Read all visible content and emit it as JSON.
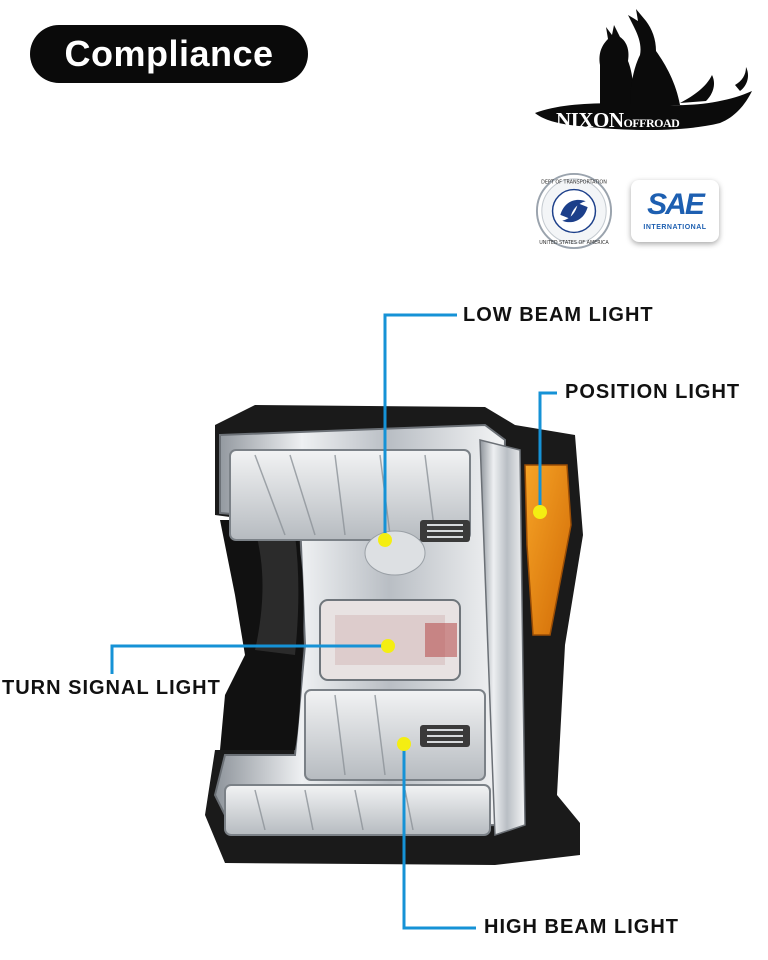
{
  "header": {
    "badge_label": "Compliance"
  },
  "brand": {
    "logo_text_main": "NIXON",
    "logo_text_sub": "OFFROAD",
    "logo_icon": "wolves-howling-icon"
  },
  "certifications": [
    {
      "name": "dot-seal",
      "ring_text": "DEPARTMENT OF TRANSPORTATION · UNITED STATES OF AMERICA"
    },
    {
      "name": "sae-logo",
      "big_text": "SAE",
      "small_text": "INTERNATIONAL"
    }
  ],
  "callouts": {
    "low_beam": "LOW BEAM LIGHT",
    "position": "POSITION LIGHT",
    "turn_signal": "TURN SIGNAL LIGHT",
    "high_beam": "HIGH BEAM LIGHT"
  },
  "colors": {
    "leader_line": "#1592d6",
    "marker_dot": "#f4ee12",
    "amber_lens": "#e98510",
    "chrome": "#c9cdd2",
    "housing": "#1a1a1a"
  }
}
